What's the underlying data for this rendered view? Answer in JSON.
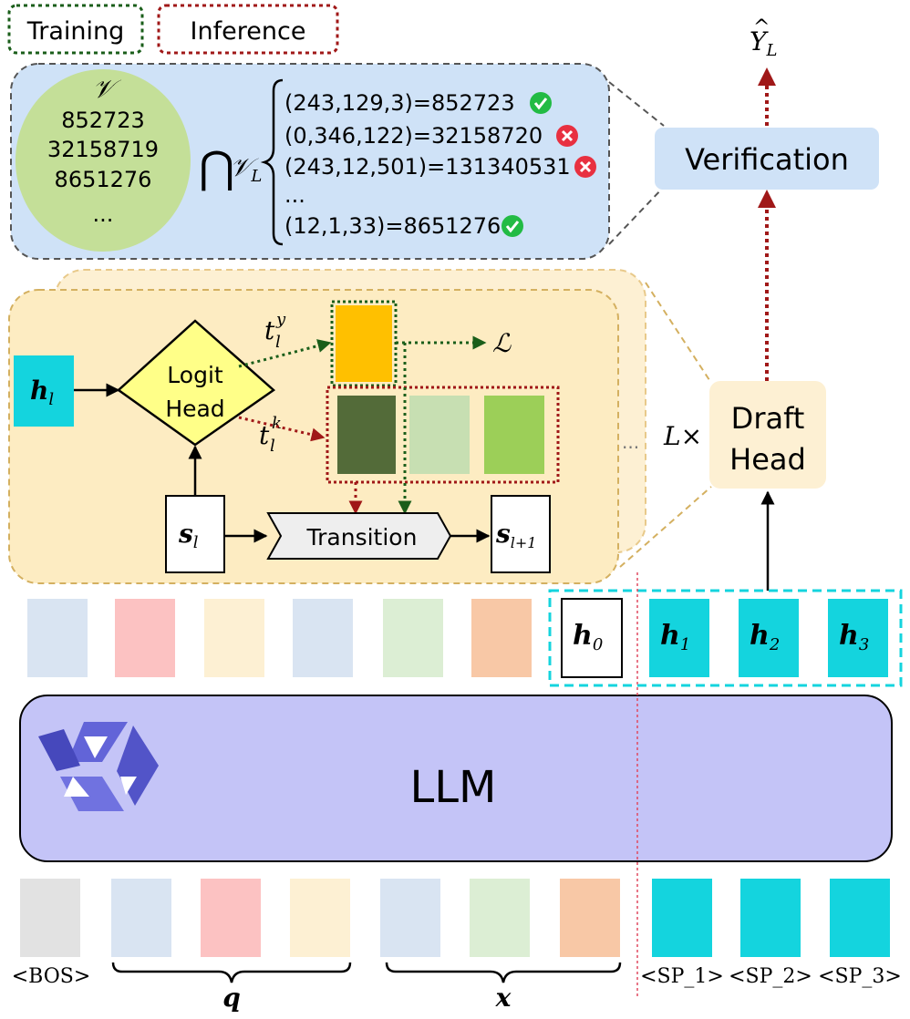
{
  "legend": {
    "training": "Training",
    "inference": "Inference"
  },
  "output_label": {
    "base": "Y",
    "hat": "^",
    "sub": "L"
  },
  "verification": "Verification",
  "vocab": {
    "set_symbol": "𝒱",
    "items": [
      "852723",
      "32158719",
      "8651276",
      "..."
    ],
    "intersect": "⋂",
    "sub_set": "𝒱",
    "sub_set_sub": "L"
  },
  "candidates": [
    {
      "text": "(243,129,3)=852723",
      "status": "ok"
    },
    {
      "text": "(0,346,122)=32158720",
      "status": "bad"
    },
    {
      "text": "(243,12,501)=131340531",
      "status": "bad"
    },
    {
      "text": "...",
      "status": "none"
    },
    {
      "text": "(12,1,33)=8651276",
      "status": "ok"
    }
  ],
  "draft_detail": {
    "h_l": {
      "base": "h",
      "sub": "l"
    },
    "logit_head": [
      "Logit",
      "Head"
    ],
    "t_y": {
      "base": "t",
      "sub": "l",
      "sup": "y"
    },
    "t_k": {
      "base": "t",
      "sub": "l",
      "sup": "k"
    },
    "loss": "ℒ",
    "s_l": {
      "base": "s",
      "sub": "l"
    },
    "transition": "Transition",
    "s_next": {
      "base": "s",
      "sub": "l+1"
    },
    "dots": "..."
  },
  "draft_head": {
    "repeat_base": "L",
    "repeat_op": "×",
    "lines": [
      "Draft",
      "Head"
    ]
  },
  "hidden": [
    {
      "base": "h",
      "sub": "0"
    },
    {
      "base": "h",
      "sub": "1"
    },
    {
      "base": "h",
      "sub": "2"
    },
    {
      "base": "h",
      "sub": "3"
    }
  ],
  "llm_label": "LLM",
  "input_labels": {
    "bos": "<BOS>",
    "q": "q",
    "x": "x",
    "sp": [
      "<SP_1>",
      "<SP_2>",
      "<SP_3>"
    ]
  },
  "colors": {
    "cyan": "#14d4de",
    "llm_fill": "#c4c4f7",
    "verify_fill": "#cfe2f7",
    "draft_fill": "#fdf0d3",
    "logit_fill": "#ffff88",
    "ty_fill": "#ffc000",
    "green_dark": "#536b39",
    "green_light": "#c7dfb2",
    "green_mid": "#9ccf58",
    "training": "#1a5e1a",
    "inference": "#a01818",
    "ok": "#22bb44",
    "bad": "#e83040"
  }
}
